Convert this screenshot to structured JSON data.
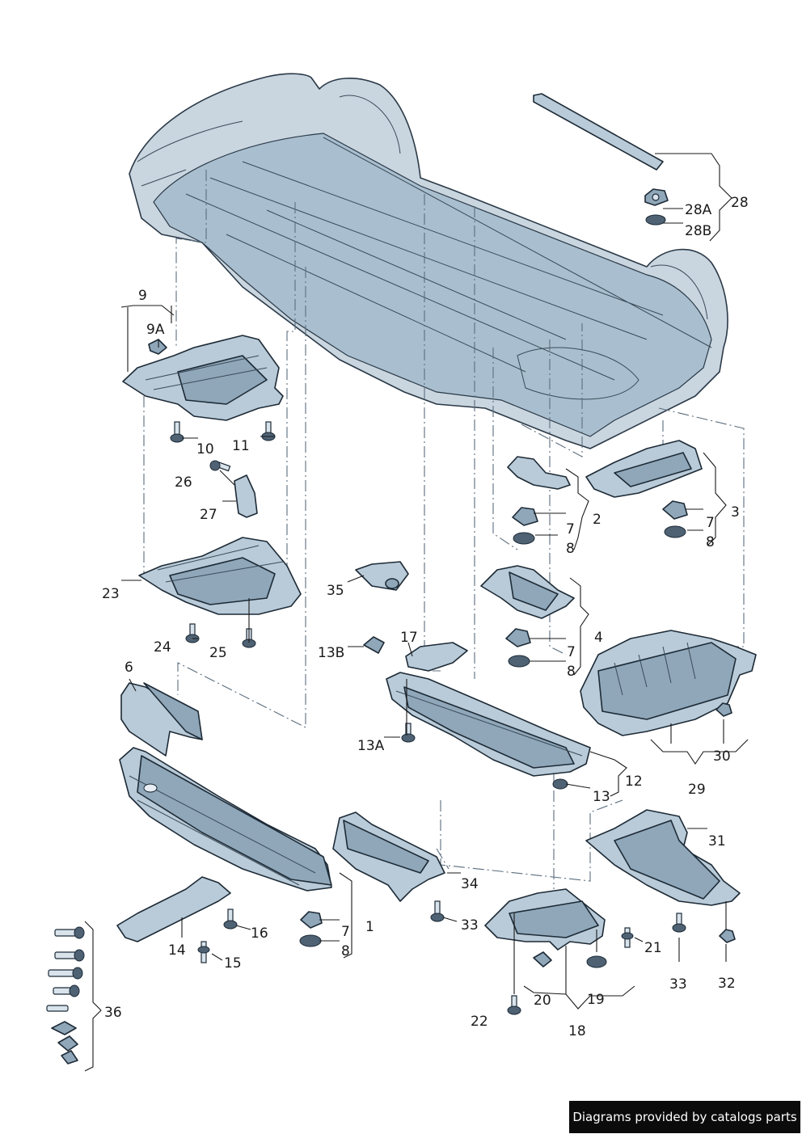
{
  "labels": {
    "p1": "1",
    "p2": "2",
    "p3": "3",
    "p4": "4",
    "p6": "6",
    "p7a": "7",
    "p7b": "7",
    "p7c": "7",
    "p7d": "7",
    "p8a": "8",
    "p8b": "8",
    "p8c": "8",
    "p8d": "8",
    "p9": "9",
    "p9A": "9A",
    "p10": "10",
    "p11": "11",
    "p12": "12",
    "p13": "13",
    "p13A": "13A",
    "p13B": "13B",
    "p14": "14",
    "p15": "15",
    "p16": "16",
    "p17": "17",
    "p18": "18",
    "p19": "19",
    "p20": "20",
    "p21": "21",
    "p22": "22",
    "p23": "23",
    "p24": "24",
    "p25": "25",
    "p26": "26",
    "p27": "27",
    "p28": "28",
    "p28A": "28A",
    "p28B": "28B",
    "p29": "29",
    "p30": "30",
    "p31": "31",
    "p32": "32",
    "p33a": "33",
    "p33b": "33",
    "p34": "34",
    "p35": "35",
    "p36": "36"
  },
  "watermark": "Diagrams provided by catalogs parts",
  "colors": {
    "panel": "#b9cbd8",
    "panel_shadow": "#8fa7b9",
    "outline": "#1d2a36",
    "washer": "#4e6274"
  }
}
